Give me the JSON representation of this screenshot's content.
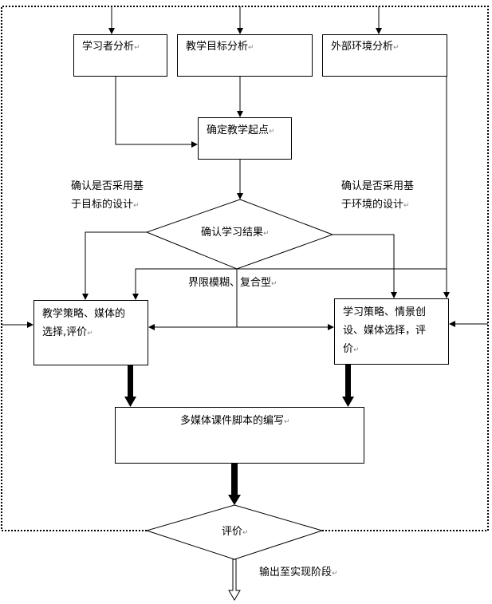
{
  "diagram": {
    "title": "Multimedia courseware instructional design flowchart",
    "colors": {
      "line": "#000000",
      "background": "#ffffff",
      "paragraph_mark": "#888888"
    },
    "nodes": {
      "learner_analysis": "学习者分析",
      "goal_analysis": "教学目标分析",
      "environment_analysis": "外部环境分析",
      "starting_point": "确定教学起点",
      "confirm_outcome": "确认学习结果",
      "teaching_strategy": "教学策略、媒体的\n选择,评价",
      "learning_strategy": "学习策略、情景创\n设、媒体选择，评\n价",
      "script_writing": "多媒体课件脚本的编写",
      "evaluation": "评价"
    },
    "annotations": {
      "goal_based": "确认是否采用基\n于目标的设计",
      "environment_based": "确认是否采用基\n于环境的设计",
      "fuzzy_composite": "界限模糊、复合型",
      "output": "输出至实现阶段"
    },
    "edges": [
      {
        "from": "top_loop",
        "to": "learner_analysis",
        "style": "thin-arrow"
      },
      {
        "from": "top_loop",
        "to": "goal_analysis",
        "style": "thin-arrow"
      },
      {
        "from": "top_loop",
        "to": "environment_analysis",
        "style": "thin-arrow"
      },
      {
        "from": "learner_analysis",
        "to": "starting_point",
        "style": "thin-arrow"
      },
      {
        "from": "goal_analysis",
        "to": "starting_point",
        "style": "thin-arrow"
      },
      {
        "from": "starting_point",
        "to": "confirm_outcome",
        "style": "thin-arrow"
      },
      {
        "from": "confirm_outcome",
        "to": "teaching_strategy",
        "label": "goal_based",
        "style": "thin-arrow"
      },
      {
        "from": "confirm_outcome",
        "to": "learning_strategy",
        "label": "environment_based",
        "style": "thin-arrow"
      },
      {
        "from": "confirm_outcome",
        "to": "teaching_strategy",
        "label": "fuzzy_composite",
        "style": "thin-arrow"
      },
      {
        "from": "confirm_outcome",
        "to": "learning_strategy",
        "label": "fuzzy_composite",
        "style": "thin-arrow"
      },
      {
        "from": "environment_analysis",
        "to": "learning_strategy",
        "style": "thin-arrow"
      },
      {
        "from": "environment_analysis",
        "to": "teaching_strategy",
        "style": "thin-arrow"
      },
      {
        "from": "teaching_strategy",
        "to": "script_writing",
        "style": "thick-arrow"
      },
      {
        "from": "learning_strategy",
        "to": "script_writing",
        "style": "thick-arrow"
      },
      {
        "from": "script_writing",
        "to": "evaluation",
        "style": "thick-arrow"
      },
      {
        "from": "evaluation",
        "to": "top_loop",
        "style": "dotted-feedback"
      },
      {
        "from": "evaluation",
        "to": "output",
        "label": "output",
        "style": "hollow-arrow"
      }
    ]
  }
}
